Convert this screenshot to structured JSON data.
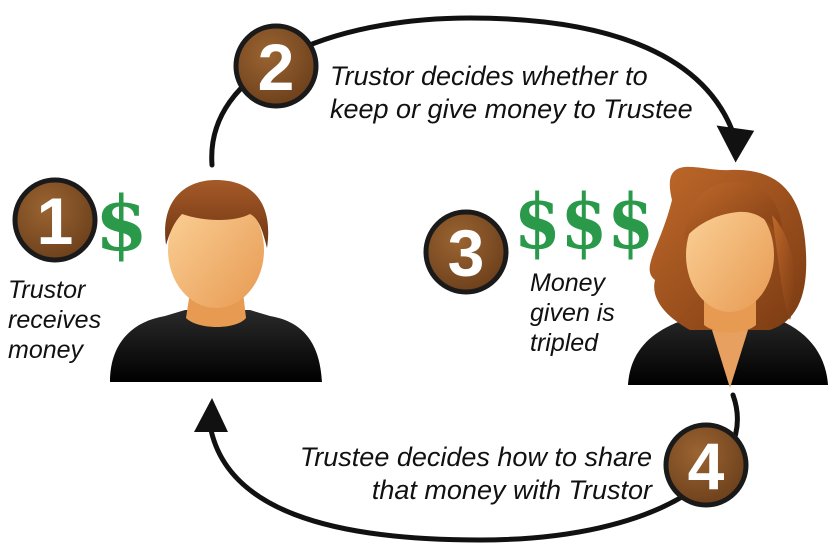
{
  "steps": [
    {
      "number": "1",
      "lines": [
        "Trustor",
        "receives",
        "money"
      ]
    },
    {
      "number": "2",
      "lines": [
        "Trustor decides whether to",
        "keep or give money to Trustee"
      ]
    },
    {
      "number": "3",
      "lines": [
        "Money",
        "given is",
        "tripled"
      ]
    },
    {
      "number": "4",
      "lines": [
        "Trustee decides how to share",
        "that money with Trustor"
      ]
    }
  ],
  "money": {
    "trustor_symbol": "$",
    "trustee_symbol": "$$$"
  },
  "colors": {
    "badge_fill": "#7a4a22",
    "badge_ring": "#1a1a1a",
    "dollar_green": "#2a9a4a",
    "arrow": "#111111",
    "skin": "#f0b070",
    "male_hair": "#8b4a1e",
    "female_hair": "#a0521c",
    "clothing": "#0d0d0d"
  },
  "icons": {
    "trustor": "male-person-icon",
    "trustee": "female-person-icon"
  }
}
